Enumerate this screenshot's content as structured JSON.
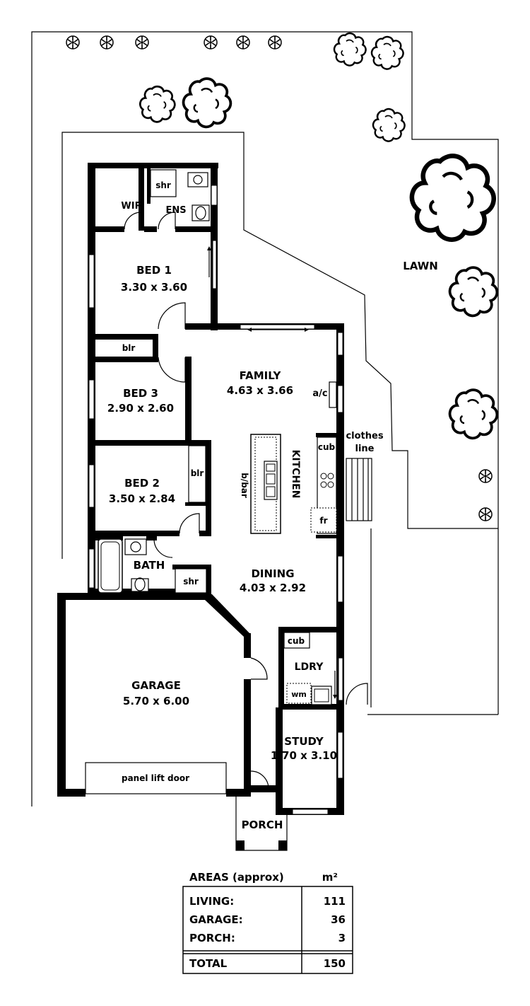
{
  "plan": {
    "outdoor": {
      "lawn": "LAWN",
      "clothes_line": [
        "clothes",
        "line"
      ]
    },
    "rooms": {
      "wir": "WIR",
      "shr_ensuite": "shr",
      "ens": "ENS",
      "bed1": {
        "name": "BED 1",
        "size": "3.30 x 3.60"
      },
      "blr_bed3": "blr",
      "bed3": {
        "name": "BED 3",
        "size": "2.90 x 2.60"
      },
      "bed2": {
        "name": "BED 2",
        "size": "3.50 x 2.84"
      },
      "blr_bed2": "blr",
      "family": {
        "name": "FAMILY",
        "size": "4.63 x 3.66"
      },
      "ac": "a/c",
      "kitchen": "KITCHEN",
      "bbar": "b/bar",
      "cub_kitchen": "cub",
      "fr": "fr",
      "bath": "BATH",
      "shr_bath": "shr",
      "dining": {
        "name": "DINING",
        "size": "4.03 x 2.92"
      },
      "garage": {
        "name": "GARAGE",
        "size": "5.70 x 6.00"
      },
      "panel_door": "panel lift door",
      "cub_laundry": "cub",
      "ldry": "LDRY",
      "wm": "wm",
      "study": {
        "name": "STUDY",
        "size": "1.70 x 3.10"
      },
      "porch": "PORCH"
    }
  },
  "areas": {
    "title": "AREAS (approx)",
    "unit": "m²",
    "rows": [
      {
        "label": "LIVING:",
        "value": "111"
      },
      {
        "label": "GARAGE:",
        "value": "36"
      },
      {
        "label": "PORCH:",
        "value": "3"
      }
    ],
    "total": {
      "label": "TOTAL",
      "value": "150"
    }
  }
}
